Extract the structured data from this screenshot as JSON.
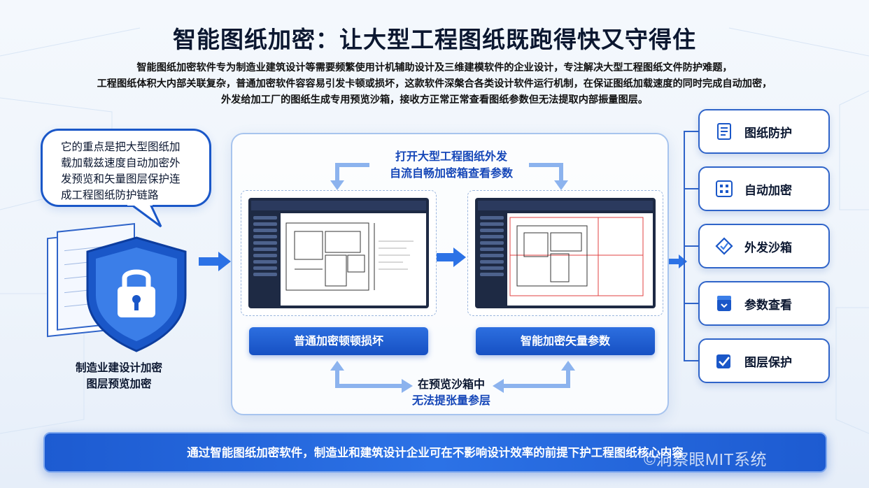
{
  "title": "智能图纸加密：让大型工程图纸既跑得快又守得住",
  "intro": {
    "line1": "智能图纸加密软件专为制造业建筑设计等需要频繁使用计机辅助设计及三维建模软件的企业设计，专注解决大型工程图纸文件防护难题，",
    "line2": "工程图纸体积大内部关联复杂，普通加密软件容容易引发卡顿或损坏，这款软件深槃合各类设计软件运行机制，在保证图纸加载速度的同时完成自动加密，",
    "line3": "外发给加工厂的图纸生成专用预览沙箱，接收方正常正常查看图纸参数但无法提取内部振量图层。"
  },
  "bubble": {
    "line1": "它的重点是把大型图纸加",
    "line2": "载加载兹速度自动加密外",
    "line3": "发预览和矢量图层保护连",
    "line4": "成工程图纸防护链路"
  },
  "left_caption": {
    "line1": "制造业建设计加密",
    "line2": "图层预览加密"
  },
  "center": {
    "top_caption_line1": "打开大型工程图纸外发",
    "top_caption_line2": "自流自畅加密箱查看参数",
    "left_button": "普通加密顿顿损坏",
    "right_button": "智能加密矢量参数",
    "bottom_caption_line1": "在预览沙箱中",
    "bottom_caption_line2": "无法提张量参层"
  },
  "right_items": [
    {
      "label": "图纸防护",
      "icon": "document-icon"
    },
    {
      "label": "自动加密",
      "icon": "grid-lock-icon"
    },
    {
      "label": "外发沙箱",
      "icon": "shield-diamond-icon"
    },
    {
      "label": "参数查看",
      "icon": "box-icon"
    },
    {
      "label": "图层保护",
      "icon": "layer-check-icon"
    }
  ],
  "footer": "通过智能图纸加密软件，制造业和建筑设计企业可在不影响设计效率的前提下护工程图纸核心内容",
  "watermark": "©洞察眼MIT系统",
  "colors": {
    "primary": "#1a57c8",
    "accent": "#2c72e6",
    "text": "#0b1730"
  }
}
